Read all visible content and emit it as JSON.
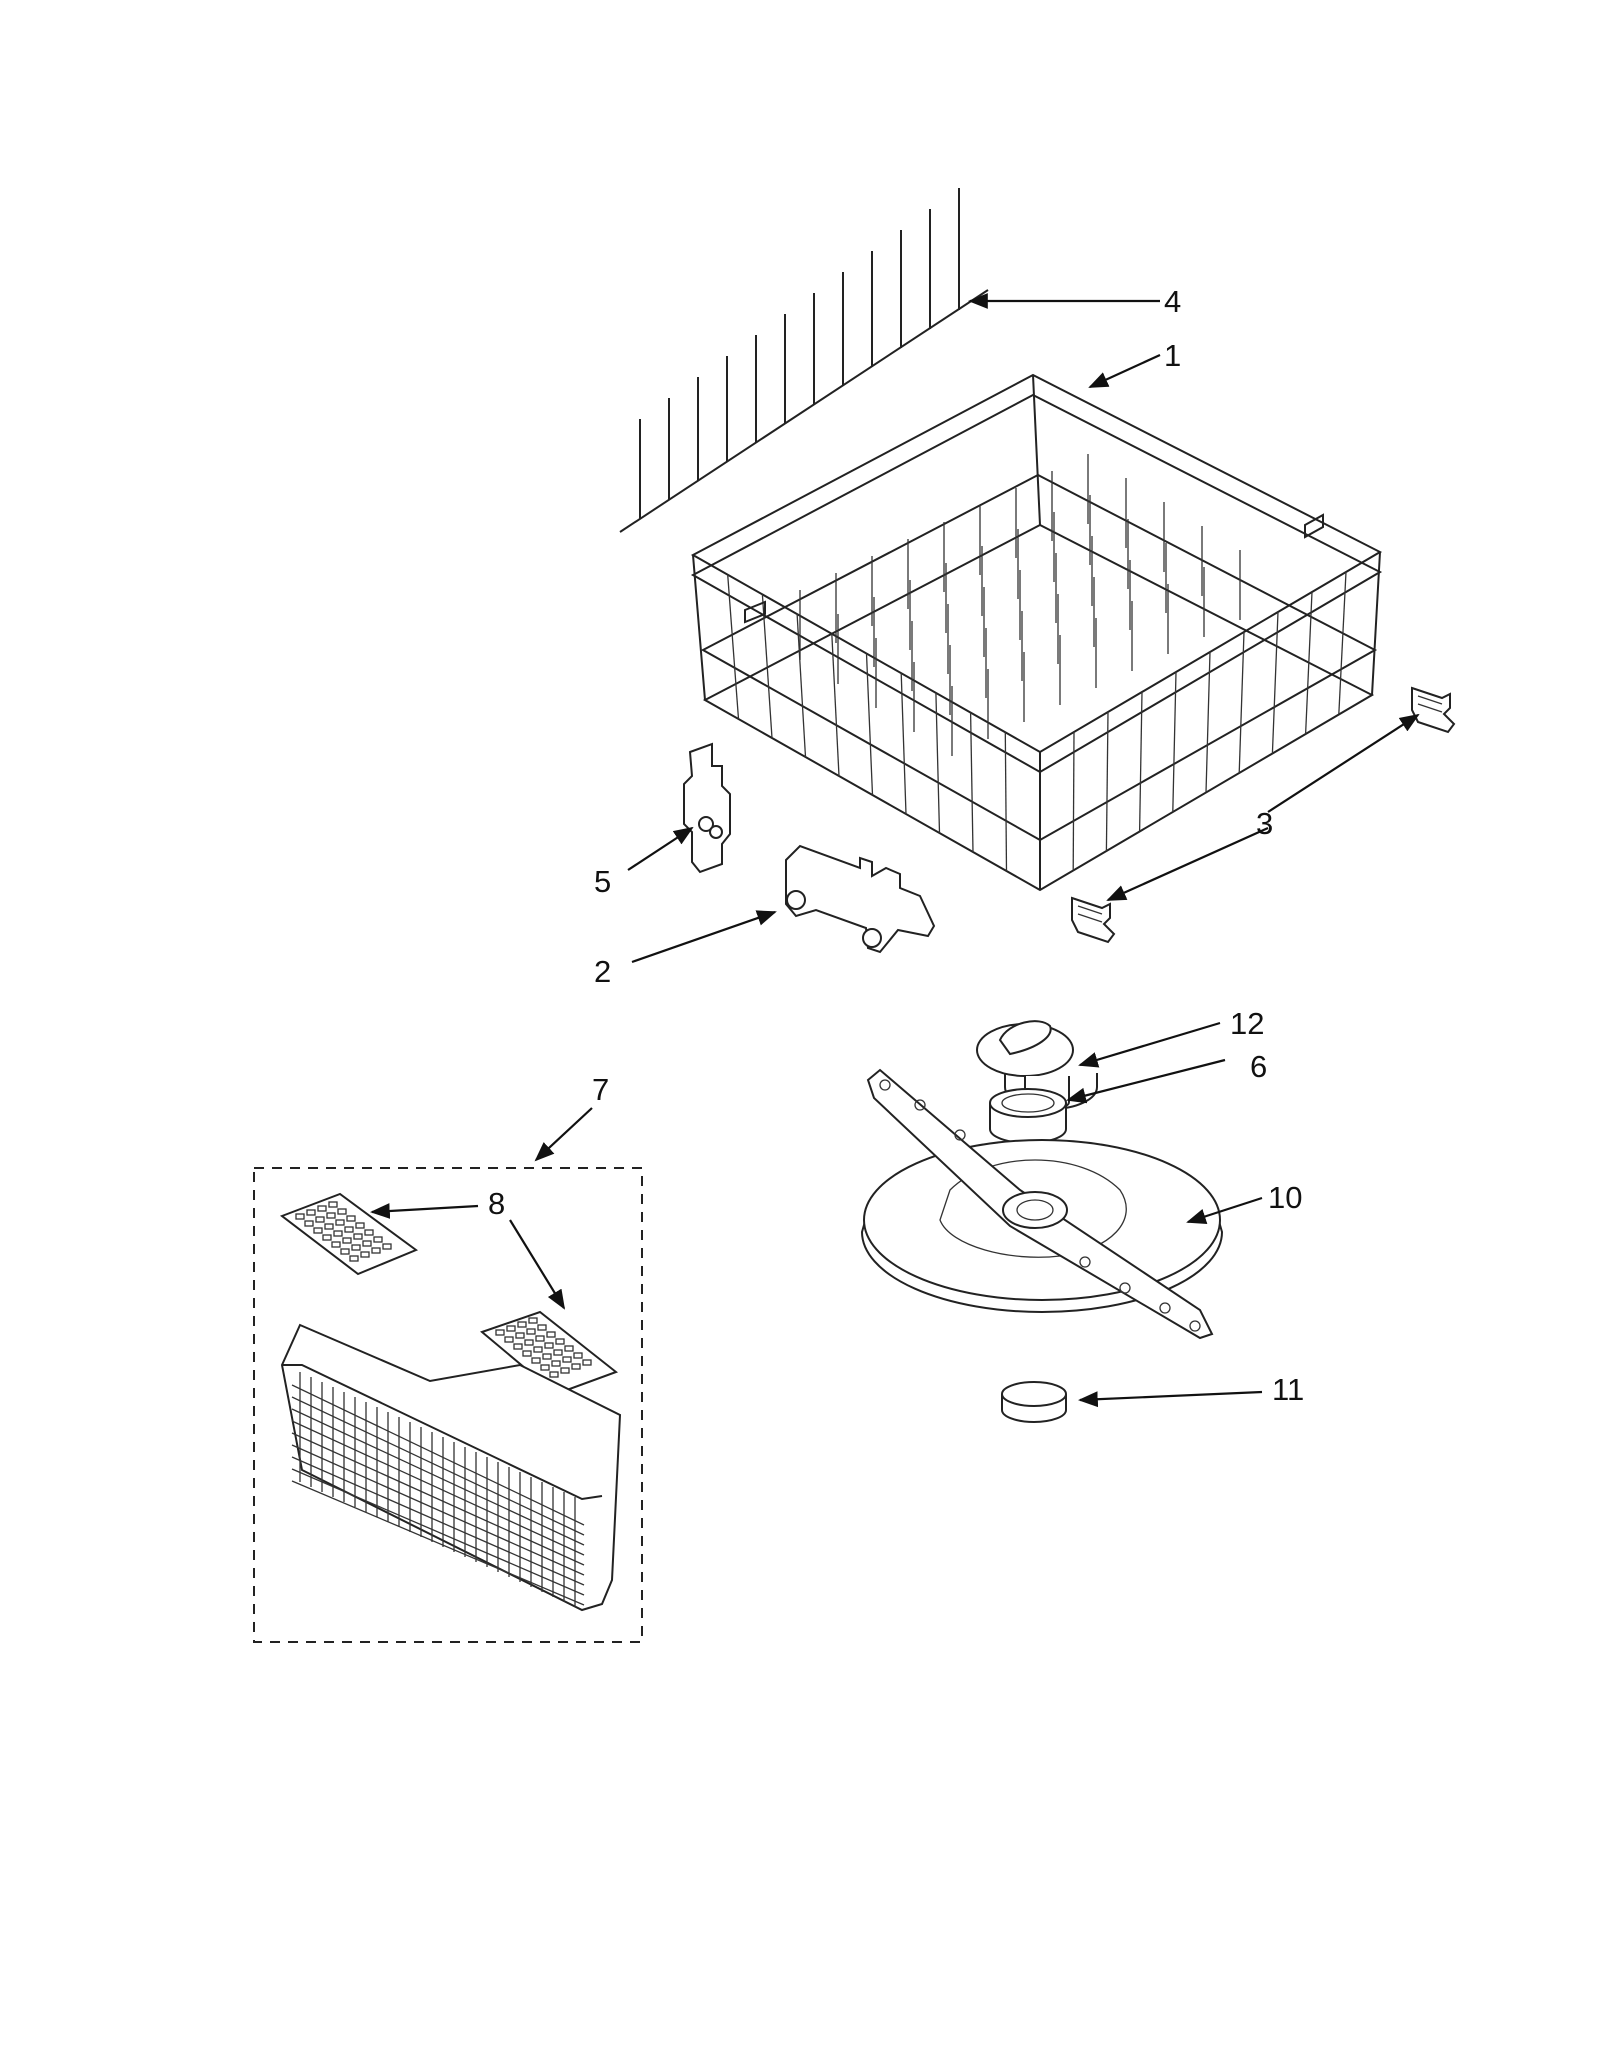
{
  "callouts": {
    "c1": "1",
    "c2": "2",
    "c3": "3",
    "c4": "4",
    "c5": "5",
    "c6": "6",
    "c7": "7",
    "c8": "8",
    "c10": "10",
    "c11": "11",
    "c12": "12"
  },
  "colors": {
    "line": "#222222",
    "background": "#ffffff"
  }
}
